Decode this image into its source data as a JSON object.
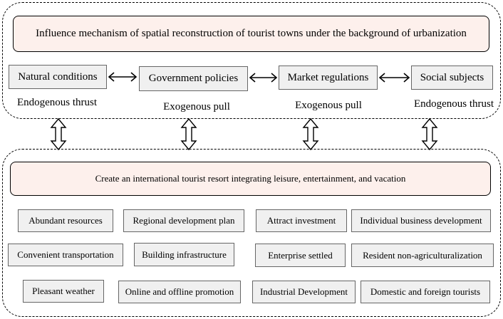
{
  "top": {
    "title": "Influence mechanism of spatial reconstruction of tourist towns under the background of urbanization",
    "factors": [
      "Natural conditions",
      "Government policies",
      "Market regulations",
      "Social subjects"
    ],
    "forces": [
      "Endogenous thrust",
      "Exogenous pull",
      "Exogenous pull",
      "Endogenous thrust"
    ]
  },
  "bottom": {
    "title": "Create an international tourist resort integrating leisure, entertainment, and vacation",
    "items": [
      "Abundant resources",
      "Regional development plan",
      "Attract investment",
      "Individual business development",
      "Convenient transportation",
      "Building infrastructure",
      "Enterprise settled",
      "Resident non-agriculturalization",
      "Pleasant weather",
      "Online and offline promotion",
      "Industrial Development",
      "Domestic and foreign tourists"
    ]
  }
}
